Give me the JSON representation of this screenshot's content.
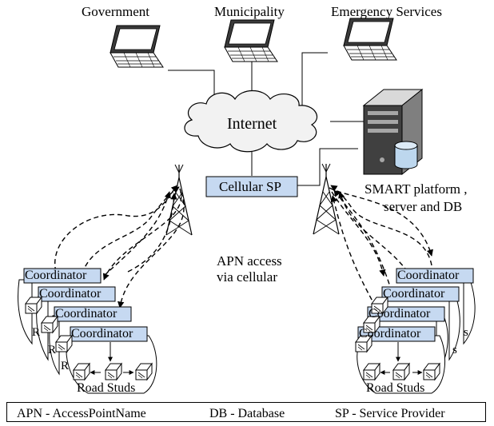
{
  "endpoints": {
    "government": "Government",
    "municipality": "Municipality",
    "emergency": "Emergency Services"
  },
  "internet": "Internet",
  "cellular_sp": "Cellular SP",
  "platform": {
    "line1": "SMART platform ,",
    "line2": "server and DB"
  },
  "apn": {
    "line1": "APN access",
    "line2": "via cellular"
  },
  "coordinator": "Coordinator",
  "road_studs": "Road Studs",
  "legend": {
    "apn": "APN - AccessPointName",
    "db": "DB - Database",
    "sp": "SP - Service Provider"
  },
  "colors": {
    "node_fill": "#c6d9f1",
    "cloud_fill": "#f2f2f2",
    "server_dark": "#404040",
    "server_light": "#d9d9d9",
    "db_fill": "#bdd7ee"
  }
}
